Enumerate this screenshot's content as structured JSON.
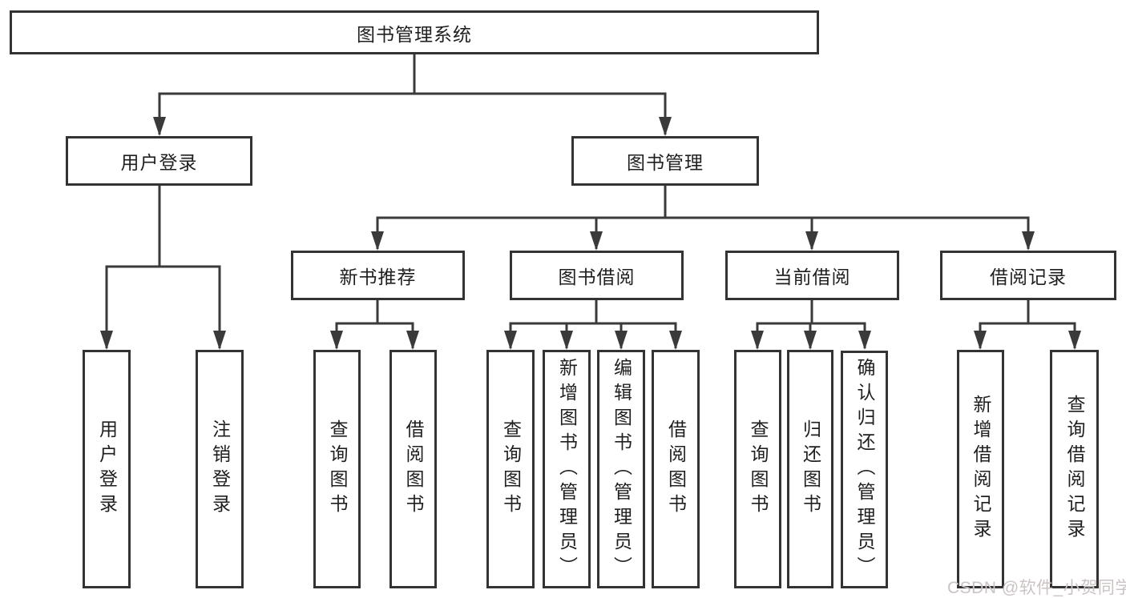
{
  "diagram": {
    "root": {
      "label": "图书管理系统"
    },
    "branches": [
      {
        "label": "用户登录",
        "children": [
          {
            "label": "用户登录"
          },
          {
            "label": "注销登录"
          }
        ]
      },
      {
        "label": "图书管理",
        "children": [
          {
            "label": "新书推荐",
            "children": [
              {
                "label": "查询图书"
              },
              {
                "label": "借阅图书"
              }
            ]
          },
          {
            "label": "图书借阅",
            "children": [
              {
                "label": "查询图书"
              },
              {
                "label": "新增图书（管理员）"
              },
              {
                "label": "编辑图书（管理员）"
              },
              {
                "label": "借阅图书"
              }
            ]
          },
          {
            "label": "当前借阅",
            "children": [
              {
                "label": "查询图书"
              },
              {
                "label": "归还图书"
              },
              {
                "label": "确认归还（管理员）"
              }
            ]
          },
          {
            "label": "借阅记录",
            "children": [
              {
                "label": "新增借阅记录"
              },
              {
                "label": "查询借阅记录"
              }
            ]
          }
        ]
      }
    ]
  },
  "watermark": {
    "text": "CSDN @软件_小贺同学"
  },
  "colors": {
    "line": "#3a3a3a",
    "border": "#333333",
    "text": "#1f1f1f",
    "background": "#ffffff",
    "watermark": "#ccc3c3"
  }
}
